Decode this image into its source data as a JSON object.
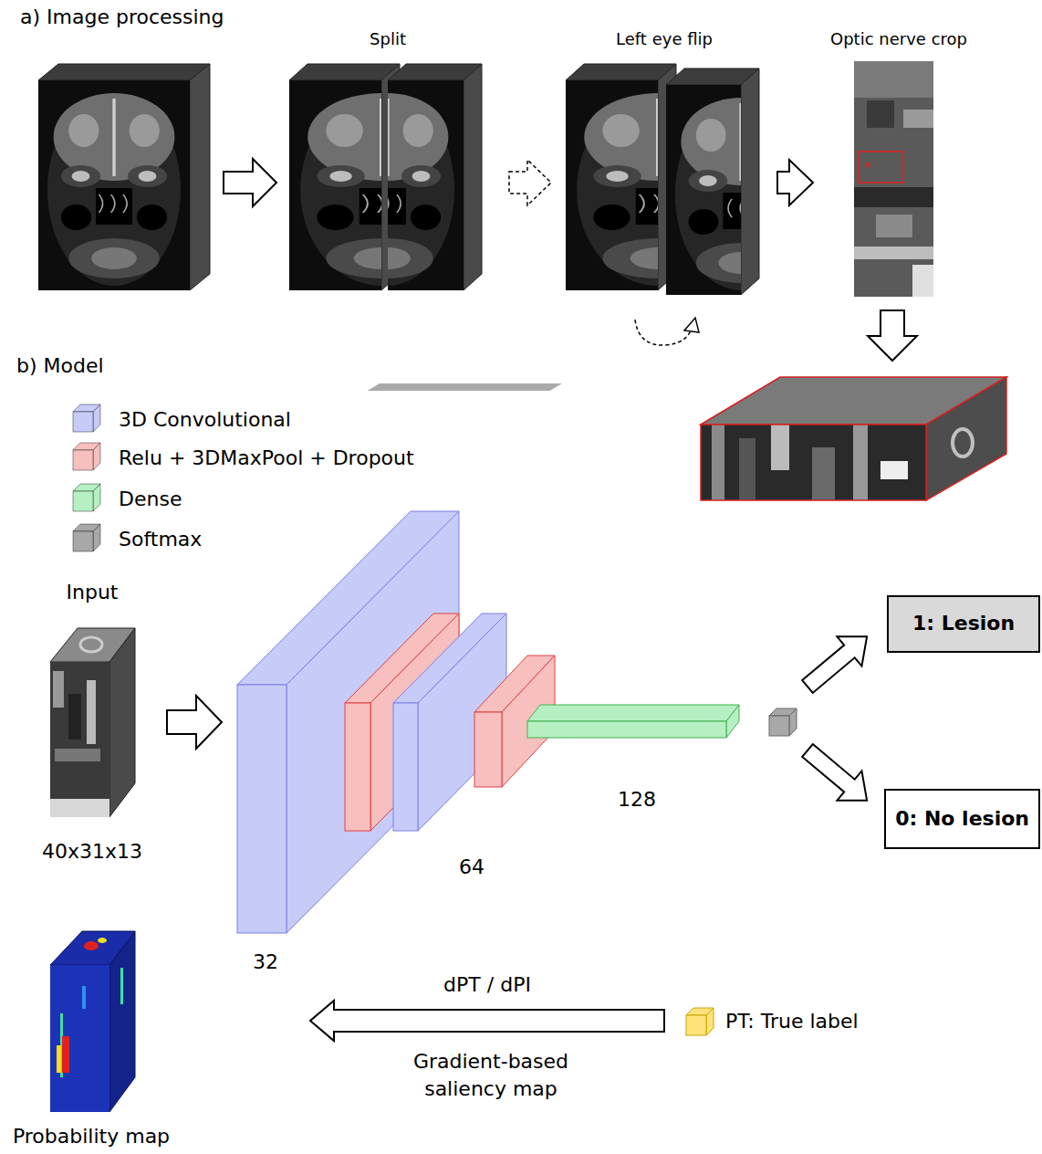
{
  "diagram": {
    "nodes": [
      {
        "text": [
          "Split"
        ]
      },
      {
        "text": [
          "Left eye flip"
        ]
      },
      {
        "text": [
          "Optic nerve crop"
        ]
      },
      {
        "text": [
          "Input",
          "40x31x13"
        ]
      },
      {
        "text": [
          "32"
        ]
      },
      {
        "text": [
          "64"
        ]
      },
      {
        "text": [
          "128"
        ]
      },
      {
        "text": [
          "1: Lesion"
        ]
      },
      {
        "text": [
          "0: No lesion"
        ]
      },
      {
        "text": [
          "Probability map"
        ]
      },
      {
        "text": [
          "PT: True label"
        ]
      }
    ],
    "edges": [
      {
        "from": 0,
        "to": 1,
        "arrow": "to"
      },
      {
        "from": 1,
        "to": 2,
        "arrow": "to"
      },
      {
        "from": 3,
        "to": 4,
        "arrow": "to"
      },
      {
        "from": 10,
        "to": 9,
        "label": "dPT / dPI",
        "arrow": "to"
      }
    ],
    "labels": [
      "a) Image processing",
      "b) Model",
      "Gradient-based saliency map"
    ],
    "legend": [
      {
        "text": "3D Convolutional",
        "color": "#c7cbf8"
      },
      {
        "text": "Relu + 3DMaxPool + Dropout",
        "color": "#f8bfbf"
      },
      {
        "text": "Dense",
        "color": "#b6f0c2"
      },
      {
        "text": "Softmax",
        "color": "#a8a8a8"
      }
    ]
  }
}
